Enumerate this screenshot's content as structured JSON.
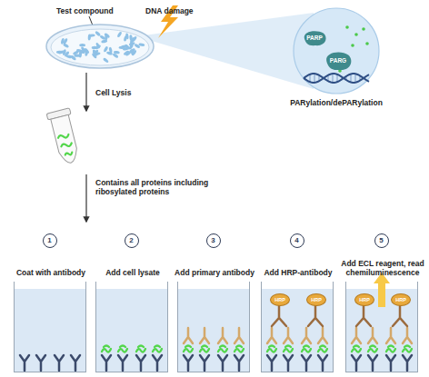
{
  "diagram": {
    "nodes": [
      {
        "text": [
          "Test compound",
          "DNA damage"
        ]
      },
      {
        "text": [
          "PARylation/dePARylation"
        ]
      },
      {
        "text": [
          "PARP"
        ],
        "in": 1
      },
      {
        "text": [
          "PARG"
        ],
        "in": 1
      },
      {
        "text": [
          "1"
        ]
      },
      {
        "text": [
          "2"
        ]
      },
      {
        "text": [
          "3"
        ]
      },
      {
        "text": [
          "4"
        ]
      },
      {
        "text": [
          "5"
        ]
      },
      {
        "text": [
          "Coat with antibody"
        ]
      },
      {
        "text": [
          "Add cell lysate"
        ]
      },
      {
        "text": [
          "Add primary antibody"
        ]
      },
      {
        "text": [
          "Add HRP-antibody"
        ]
      },
      {
        "text": [
          "Add ECL reagent, read chemiluminescence"
        ]
      },
      {
        "text": [
          "HRP"
        ],
        "in": 12
      },
      {
        "text": [
          "HRP"
        ],
        "in": 12
      },
      {
        "text": [
          "HRP"
        ],
        "in": 13
      },
      {
        "text": [
          "HRP"
        ],
        "in": 13
      }
    ],
    "labels": [
      "Cell Lysis",
      "Contains all proteins including ribosylated proteins"
    ]
  }
}
